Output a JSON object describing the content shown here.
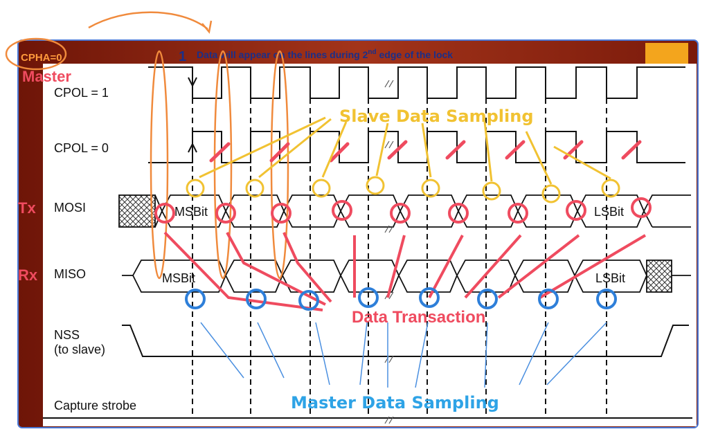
{
  "header": {
    "cpha": "CPHA=0",
    "step_number": "1",
    "caption_main": "Data will appear on the lines during 2",
    "caption_sup": "nd",
    "caption_end": " edge of the lock"
  },
  "annotations": {
    "master": "Master",
    "tx": "Tx",
    "rx": "Rx",
    "slave_sampling": "Slave Data Sampling",
    "data_transaction": "Data Transaction",
    "master_sampling": "Master Data Sampling"
  },
  "signals": {
    "cpol1": "CPOL = 1",
    "cpol0": "CPOL = 0",
    "mosi": "MOSI",
    "miso": "MISO",
    "nss_line1": "NSS",
    "nss_line2": "(to slave)",
    "capture": "Capture strobe"
  },
  "bits": {
    "mosi_first": "MSBit",
    "mosi_last": "LSBit",
    "miso_first": "MSBit",
    "miso_last": "LSBit"
  },
  "colors": {
    "frame_dark": "#8b1e0c",
    "frame_light": "#b5401c",
    "border_blue": "#4a78d6",
    "orange_box": "#f3a51d",
    "annotation_red": "#ef4b5f",
    "annotation_yellow": "#f1c232",
    "annotation_blue": "#2ea3e6",
    "orange_ellipse": "#f08a3c"
  }
}
